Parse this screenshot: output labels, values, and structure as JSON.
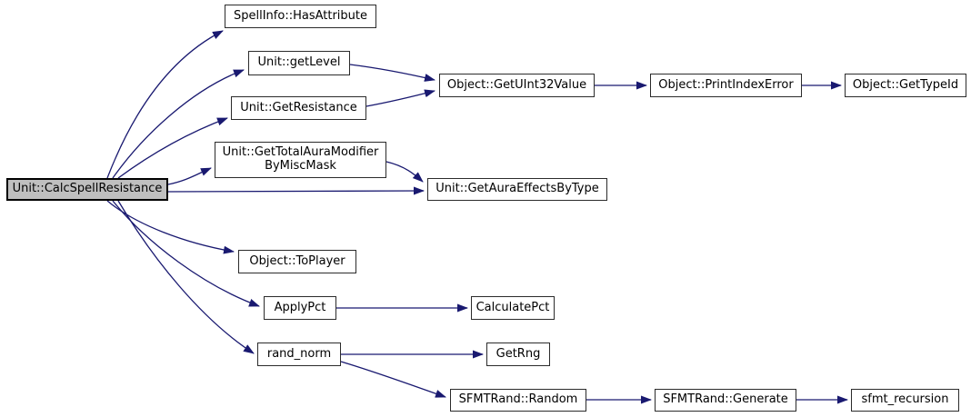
{
  "diagram": {
    "kind": "doxygen-call-graph",
    "colors": {
      "background": "#ffffff",
      "edge": "#191970",
      "node_fill": "#ffffff",
      "node_border": "#2b2b2b",
      "root_fill": "#bfbfbf",
      "root_border": "#000000",
      "text": "#000000"
    },
    "nodes": {
      "calc_spell_resistance": {
        "label": "Unit::CalcSpellResistance"
      },
      "has_attribute": {
        "label": "SpellInfo::HasAttribute"
      },
      "get_level": {
        "label": "Unit::getLevel"
      },
      "get_resistance": {
        "label": "Unit::GetResistance"
      },
      "get_total_aura_modifier_by_misc_mask": {
        "lines": [
          "Unit::GetTotalAuraModifier",
          "ByMiscMask"
        ]
      },
      "get_aura_effects_by_type": {
        "label": "Unit::GetAuraEffectsByType"
      },
      "get_uint32_value": {
        "label": "Object::GetUInt32Value"
      },
      "print_index_error": {
        "label": "Object::PrintIndexError"
      },
      "get_type_id": {
        "label": "Object::GetTypeId"
      },
      "to_player": {
        "label": "Object::ToPlayer"
      },
      "apply_pct": {
        "label": "ApplyPct"
      },
      "calculate_pct": {
        "label": "CalculatePct"
      },
      "rand_norm": {
        "label": "rand_norm"
      },
      "get_rng": {
        "label": "GetRng"
      },
      "sfmt_random": {
        "label": "SFMTRand::Random"
      },
      "sfmt_generate": {
        "label": "SFMTRand::Generate"
      },
      "sfmt_recursion": {
        "label": "sfmt_recursion"
      }
    },
    "edges": [
      {
        "from": "Unit::CalcSpellResistance",
        "to": "SpellInfo::HasAttribute"
      },
      {
        "from": "Unit::CalcSpellResistance",
        "to": "Unit::getLevel"
      },
      {
        "from": "Unit::CalcSpellResistance",
        "to": "Unit::GetResistance"
      },
      {
        "from": "Unit::CalcSpellResistance",
        "to": "Unit::GetTotalAuraModifierByMiscMask"
      },
      {
        "from": "Unit::CalcSpellResistance",
        "to": "Unit::GetAuraEffectsByType"
      },
      {
        "from": "Unit::CalcSpellResistance",
        "to": "Object::ToPlayer"
      },
      {
        "from": "Unit::CalcSpellResistance",
        "to": "ApplyPct"
      },
      {
        "from": "Unit::CalcSpellResistance",
        "to": "rand_norm"
      },
      {
        "from": "Unit::getLevel",
        "to": "Object::GetUInt32Value"
      },
      {
        "from": "Unit::GetResistance",
        "to": "Object::GetUInt32Value"
      },
      {
        "from": "Object::GetUInt32Value",
        "to": "Object::PrintIndexError"
      },
      {
        "from": "Object::PrintIndexError",
        "to": "Object::GetTypeId"
      },
      {
        "from": "Unit::GetTotalAuraModifierByMiscMask",
        "to": "Unit::GetAuraEffectsByType"
      },
      {
        "from": "ApplyPct",
        "to": "CalculatePct"
      },
      {
        "from": "rand_norm",
        "to": "GetRng"
      },
      {
        "from": "rand_norm",
        "to": "SFMTRand::Random"
      },
      {
        "from": "SFMTRand::Random",
        "to": "SFMTRand::Generate"
      },
      {
        "from": "SFMTRand::Generate",
        "to": "sfmt_recursion"
      }
    ]
  }
}
